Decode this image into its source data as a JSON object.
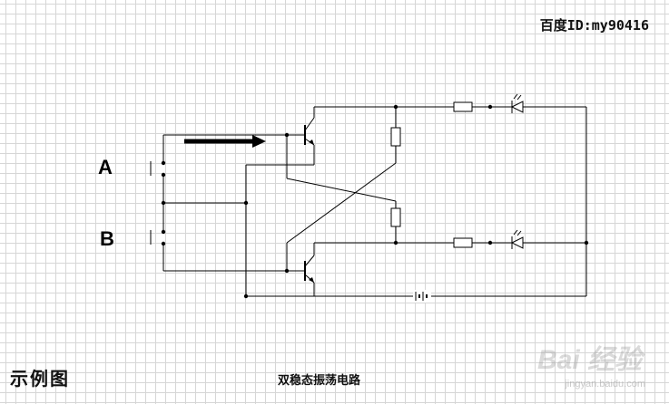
{
  "header": {
    "credit": "百度ID:my90416"
  },
  "labels": {
    "a": "A",
    "b": "B"
  },
  "caption": {
    "left": "示例图",
    "center": "双稳态振荡电路"
  },
  "watermark": {
    "text": "Bai 经验",
    "sub": "jingyan.baidu.com"
  },
  "colors": {
    "grid": "#d6d6d6",
    "wire": "#000000"
  }
}
